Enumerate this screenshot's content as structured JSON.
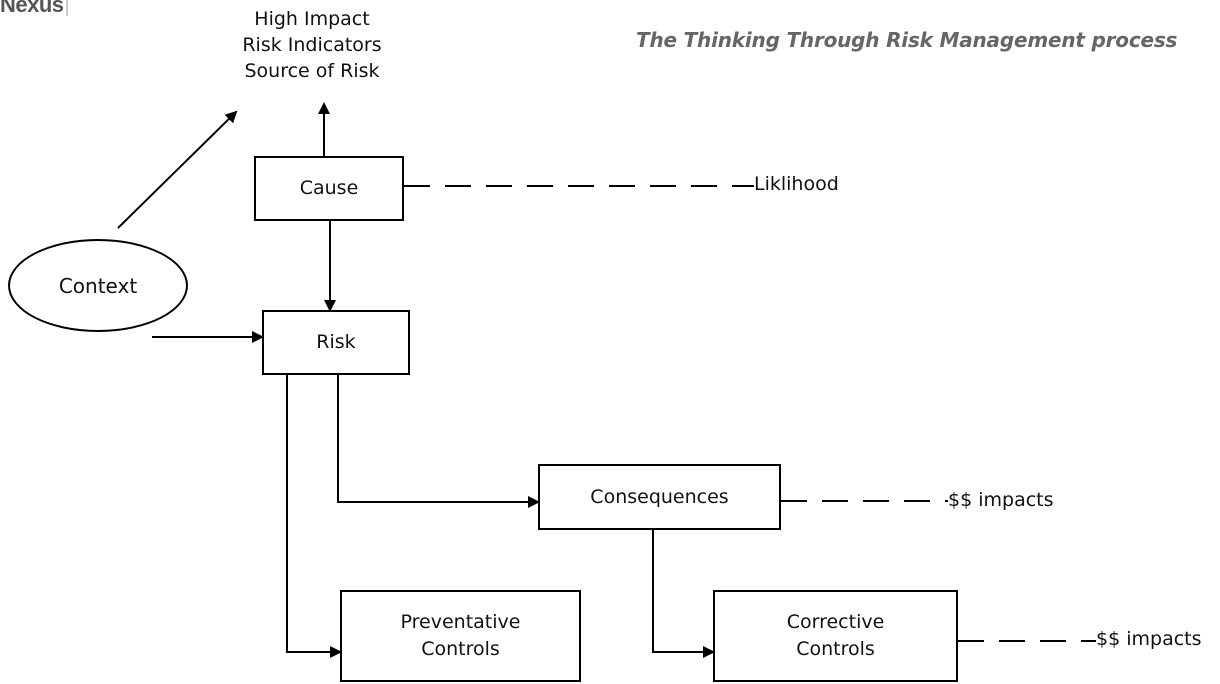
{
  "logo_text": "Nexus",
  "title": "The Thinking Through Risk Management process",
  "top_labels": [
    "High Impact",
    "Risk Indicators",
    "Source of Risk"
  ],
  "nodes": {
    "context": "Context",
    "cause": "Cause",
    "risk": "Risk",
    "consequences": "Consequences",
    "preventative_line1": "Preventative",
    "preventative_line2": "Controls",
    "corrective_line1": "Corrective",
    "corrective_line2": "Controls"
  },
  "side_labels": {
    "likelihood": "Liklihood",
    "consequences_impacts": "$$ impacts",
    "corrective_impacts": "$$ impacts"
  }
}
